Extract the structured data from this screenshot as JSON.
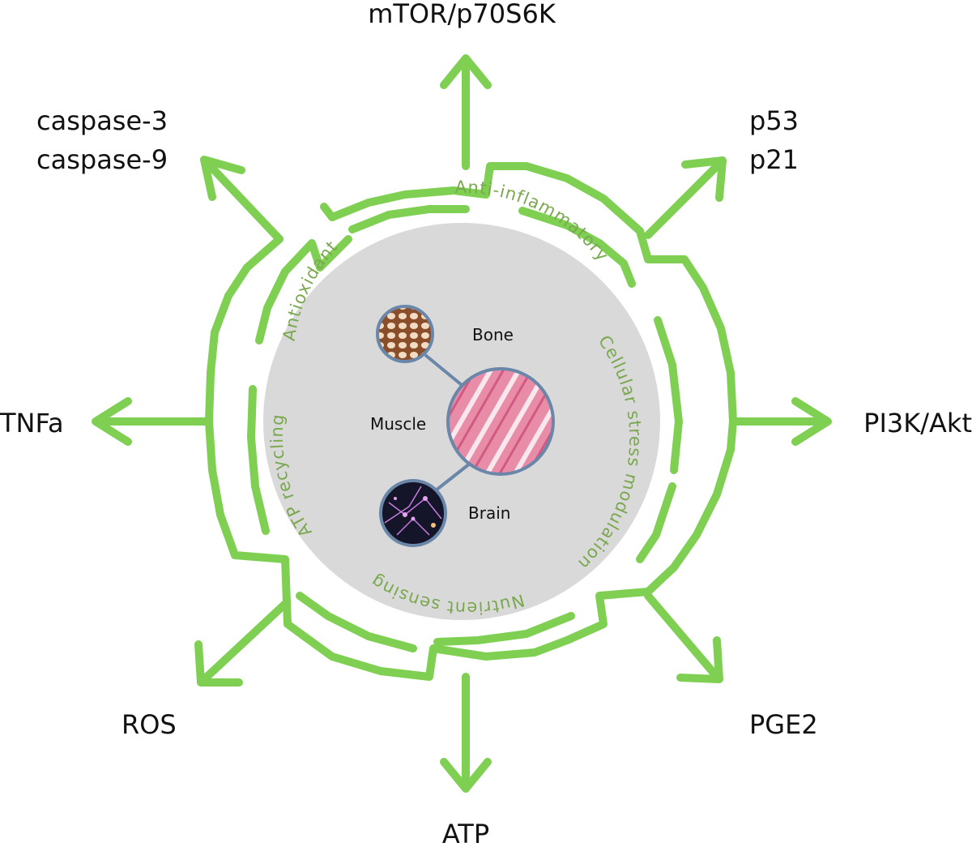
{
  "targets": {
    "top": "mTOR/p70S6K",
    "top_left_1": "caspase-3",
    "top_left_2": "caspase-9",
    "top_right_1": "p53",
    "top_right_2": "p21",
    "left": "TNFa",
    "right": "PI3K/Akt",
    "bottom_left": "ROS",
    "bottom_right": "PGE2",
    "bottom": "ATP"
  },
  "functions": {
    "anti_inflammatory": "Anti-inflammatory",
    "antioxidant": "Antioxidant",
    "cellular_stress": "Cellular stress modulation",
    "atp_recycling": "ATP recycling",
    "nutrient_sensing": "Nutrient sensing"
  },
  "tissues": {
    "bone": "Bone",
    "muscle": "Muscle",
    "brain": "Brain"
  },
  "colors": {
    "arrow_green": "#7fd052",
    "text_green": "#7aa84f",
    "disc_gray": "#d9d9d9",
    "node_border": "#6a86a8"
  }
}
